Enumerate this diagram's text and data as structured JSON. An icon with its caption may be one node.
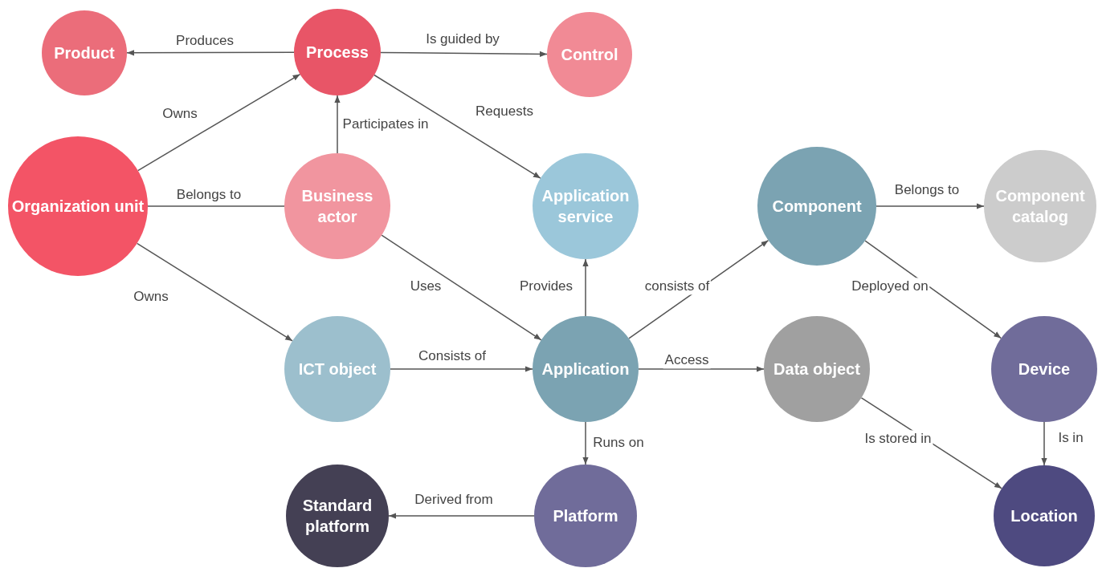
{
  "diagram": {
    "nodes": [
      {
        "text": [
          "Product"
        ]
      },
      {
        "text": [
          "Process"
        ]
      },
      {
        "text": [
          "Control"
        ]
      },
      {
        "text": [
          "Organization unit"
        ]
      },
      {
        "text": [
          "Business actor"
        ]
      },
      {
        "text": [
          "Application service"
        ]
      },
      {
        "text": [
          "Component"
        ]
      },
      {
        "text": [
          "Component catalog"
        ]
      },
      {
        "text": [
          "ICT object"
        ]
      },
      {
        "text": [
          "Application"
        ]
      },
      {
        "text": [
          "Data object"
        ]
      },
      {
        "text": [
          "Device"
        ]
      },
      {
        "text": [
          "Standard platform"
        ]
      },
      {
        "text": [
          "Platform"
        ]
      },
      {
        "text": [
          "Location"
        ]
      }
    ],
    "edges": [
      {
        "from": 1,
        "to": 0,
        "arrow": "to",
        "label": "Produces"
      },
      {
        "from": 1,
        "to": 2,
        "arrow": "to",
        "label": "Is guided by"
      },
      {
        "from": 3,
        "to": 1,
        "arrow": "to",
        "label": "Owns"
      },
      {
        "from": 4,
        "to": 1,
        "arrow": "to",
        "label": "Participates in"
      },
      {
        "from": 1,
        "to": 5,
        "arrow": "to",
        "label": "Requests"
      },
      {
        "from": 3,
        "to": 4,
        "arrow": "none",
        "label": "Belongs to"
      },
      {
        "from": 4,
        "to": 9,
        "arrow": "to",
        "label": "Uses"
      },
      {
        "from": 3,
        "to": 8,
        "arrow": "to",
        "label": "Owns"
      },
      {
        "from": 9,
        "to": 5,
        "arrow": "to",
        "label": "Provides"
      },
      {
        "from": 9,
        "to": 6,
        "arrow": "to",
        "label": "consists of"
      },
      {
        "from": 6,
        "to": 7,
        "arrow": "to",
        "label": "Belongs to"
      },
      {
        "from": 6,
        "to": 11,
        "arrow": "to",
        "label": "Deployed on"
      },
      {
        "from": 8,
        "to": 9,
        "arrow": "to",
        "label": "Consists of"
      },
      {
        "from": 9,
        "to": 10,
        "arrow": "to",
        "label": "Access"
      },
      {
        "from": 9,
        "to": 13,
        "arrow": "to",
        "label": "Runs on"
      },
      {
        "from": 10,
        "to": 14,
        "arrow": "to",
        "label": "Is stored in"
      },
      {
        "from": 11,
        "to": 14,
        "arrow": "to",
        "label": "Is in"
      },
      {
        "from": 13,
        "to": 12,
        "arrow": "to",
        "label": "Derived from"
      }
    ]
  }
}
